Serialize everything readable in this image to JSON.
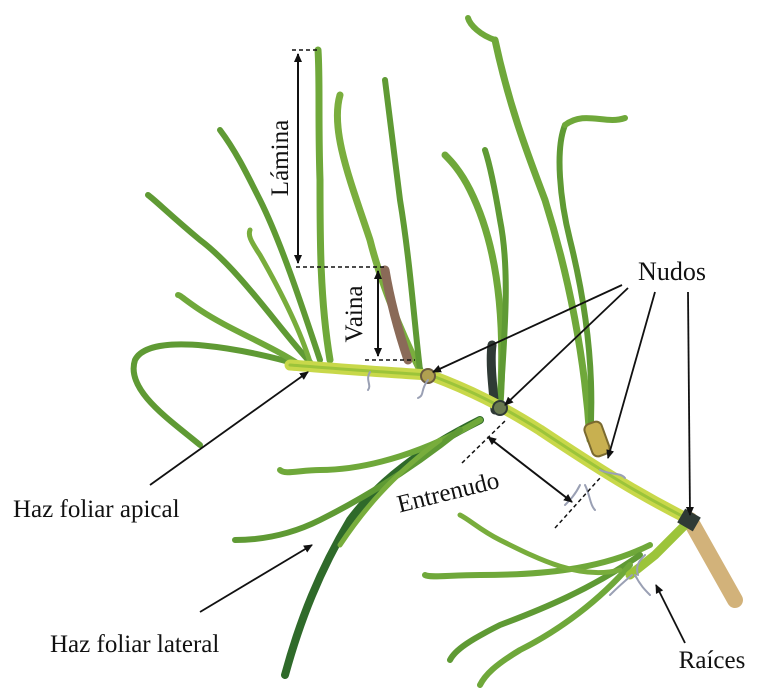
{
  "labels": {
    "lamina": "Lámina",
    "vaina": "Vaina",
    "nudos": "Nudos",
    "entrenudo": "Entrenudo",
    "haz_apical": "Haz foliar apical",
    "haz_lateral": "Haz foliar lateral",
    "raices": "Raíces"
  },
  "colors": {
    "leaf_light": "#9cc43a",
    "leaf_mid": "#5f9a34",
    "leaf_dark": "#2f6a2a",
    "stem": "#c8d84a",
    "node_dark": "#2f3a35",
    "rhizome_tip": "#d2b27a",
    "sheath": "#8a6a58",
    "root": "#9aa0b4",
    "ink": "#111111"
  }
}
